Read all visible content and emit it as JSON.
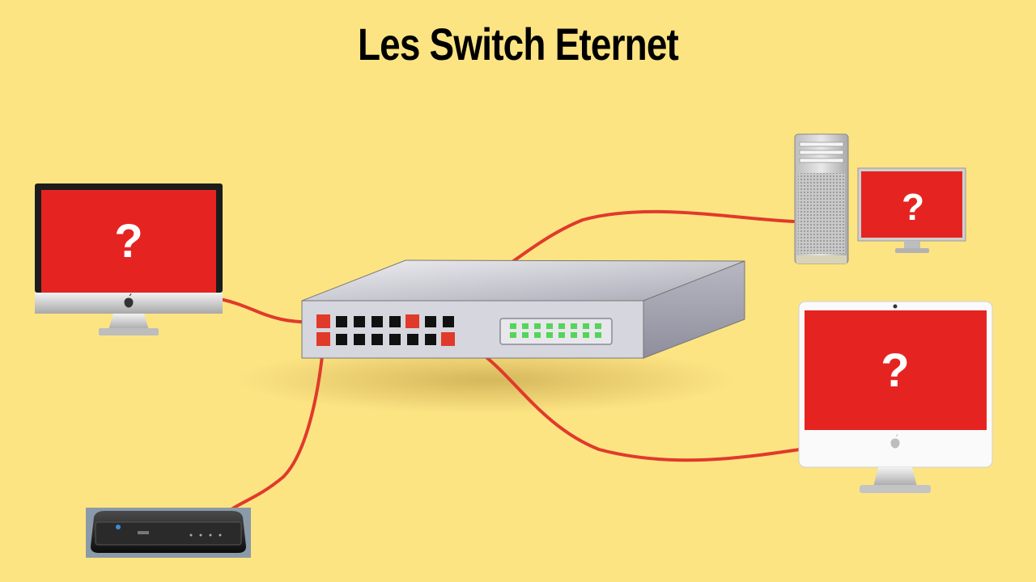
{
  "title": "Les Switch Eternet",
  "colors": {
    "background": "#fde483",
    "screen": "#e52421",
    "cable": "#e03a2b",
    "switch_body": "#c8c8d2",
    "led": "#55d45a"
  },
  "devices": {
    "imac_left": {
      "screen_text": "?"
    },
    "mac_pro_monitor": {
      "screen_text": "?"
    },
    "imac_right": {
      "screen_text": "?"
    },
    "set_top_box": {
      "screen_text": ""
    }
  },
  "switch": {
    "port_rows": 2,
    "ports_per_row": 8,
    "led_rows": 2,
    "leds_per_row": 8
  }
}
